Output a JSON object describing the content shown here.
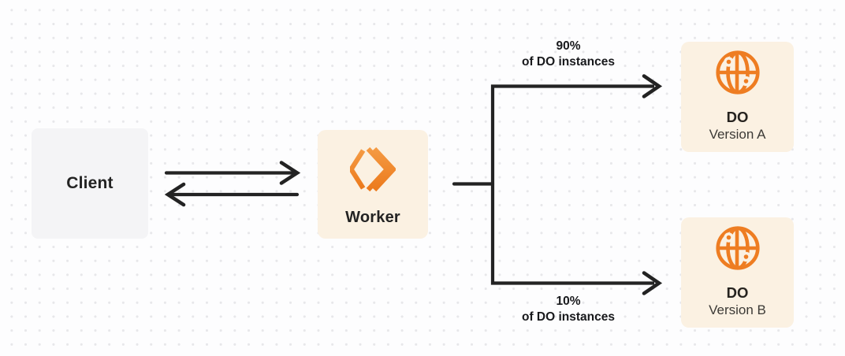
{
  "diagram": {
    "description": "Worker routing traffic between two Durable Object versions"
  },
  "colors": {
    "background": "#fdfdfe",
    "dot_grid": "#e7e7ea",
    "client_box": "#f4f4f6",
    "cream_box": "#fbf1e2",
    "accent_orange": "#ee7d22",
    "line_dark": "#232323"
  },
  "nodes": {
    "client": {
      "label": "Client"
    },
    "worker": {
      "label": "Worker",
      "icon": "workers-chevrons-icon"
    },
    "do_a": {
      "title": "DO",
      "subtitle": "Version A",
      "icon": "globe-icon"
    },
    "do_b": {
      "title": "DO",
      "subtitle": "Version B",
      "icon": "globe-icon"
    }
  },
  "edges": {
    "to_do_a": {
      "line1": "90%",
      "line2": "of DO instances"
    },
    "to_do_b": {
      "line1": "10%",
      "line2": "of DO instances"
    }
  }
}
